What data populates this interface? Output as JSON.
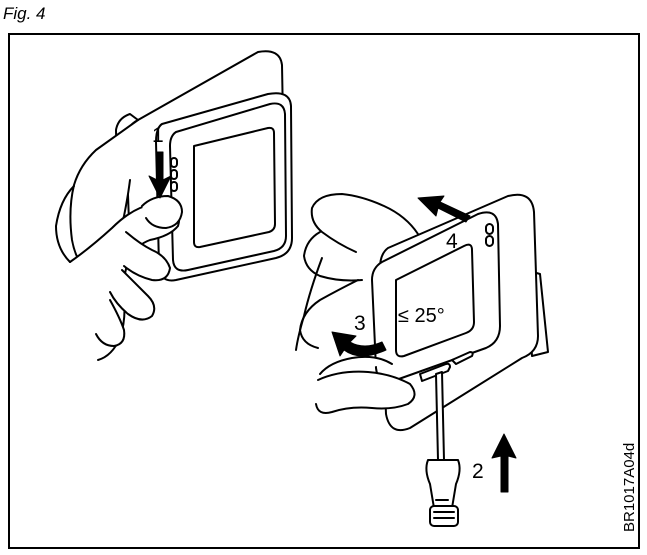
{
  "figure": {
    "title": "Fig. 4",
    "code": "BR1017A04d"
  },
  "steps": {
    "step1": "1",
    "step2": "2",
    "step3": "3",
    "step4": "4",
    "angle": "≤ 25°"
  },
  "colors": {
    "line": "#000000",
    "fill": "#ffffff",
    "arrow": "#000000"
  }
}
